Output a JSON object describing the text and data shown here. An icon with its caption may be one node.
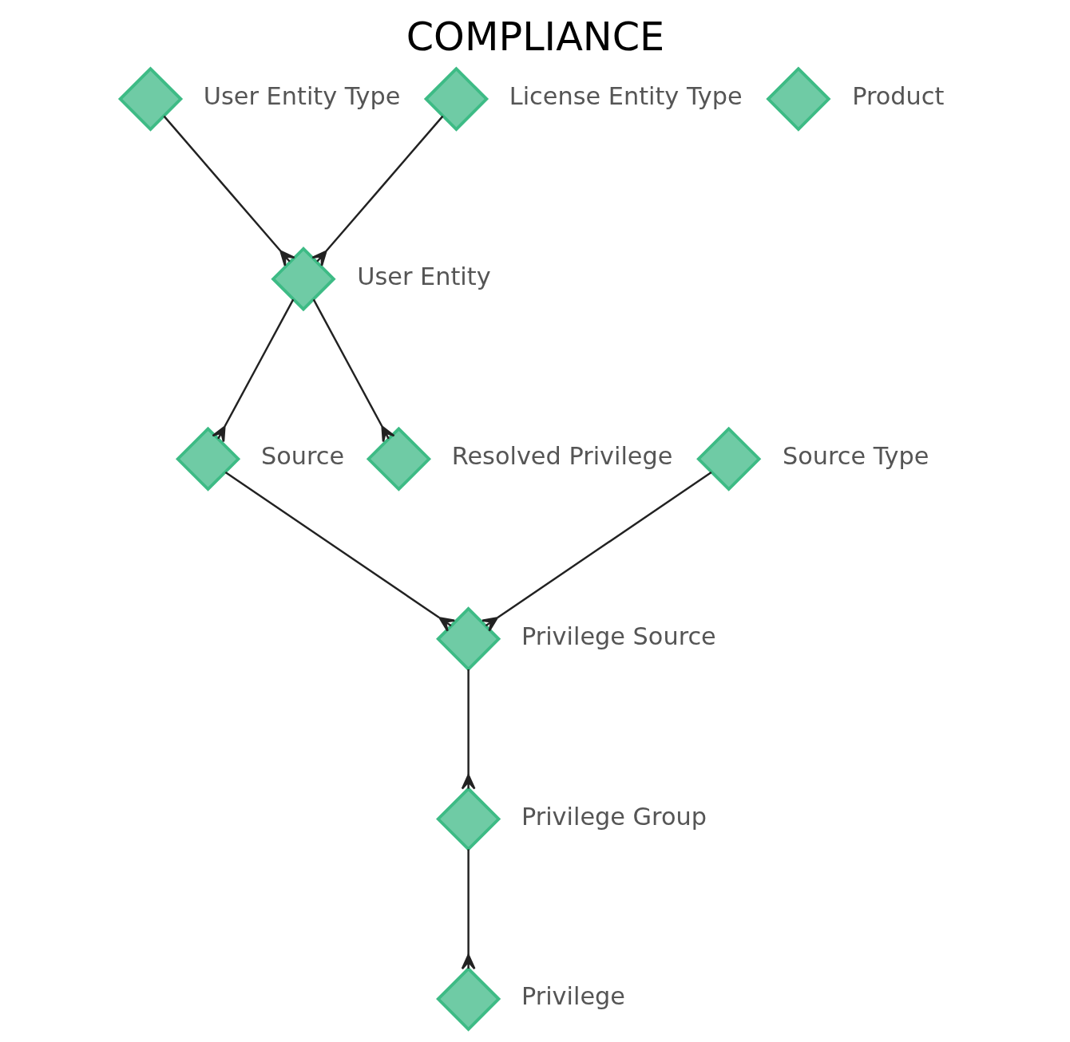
{
  "diagram": {
    "title": "COMPLIANCE",
    "nodes": [
      {
        "text": [
          "User Entity Type"
        ]
      },
      {
        "text": [
          "License Entity Type"
        ]
      },
      {
        "text": [
          "User Entity"
        ]
      },
      {
        "text": [
          "Source Type"
        ]
      },
      {
        "text": [
          "Source"
        ]
      },
      {
        "text": [
          "Resolved Privilege"
        ]
      },
      {
        "text": [
          "Privilege Source"
        ]
      },
      {
        "text": [
          "Product"
        ]
      },
      {
        "text": [
          "Privilege Group"
        ]
      },
      {
        "text": [
          "Privilege"
        ]
      }
    ],
    "edges": [
      {
        "from": 0,
        "to": 2,
        "arrow": "other"
      },
      {
        "from": 1,
        "to": 2,
        "arrow": "other"
      },
      {
        "from": 2,
        "to": 4,
        "arrow": "other"
      },
      {
        "from": 2,
        "to": 5,
        "arrow": "other"
      },
      {
        "from": 3,
        "to": 6,
        "arrow": "other"
      },
      {
        "from": 4,
        "to": 6,
        "arrow": "other"
      },
      {
        "from": 6,
        "to": 8,
        "arrow": "other"
      },
      {
        "from": 8,
        "to": 9,
        "arrow": "other"
      }
    ]
  }
}
